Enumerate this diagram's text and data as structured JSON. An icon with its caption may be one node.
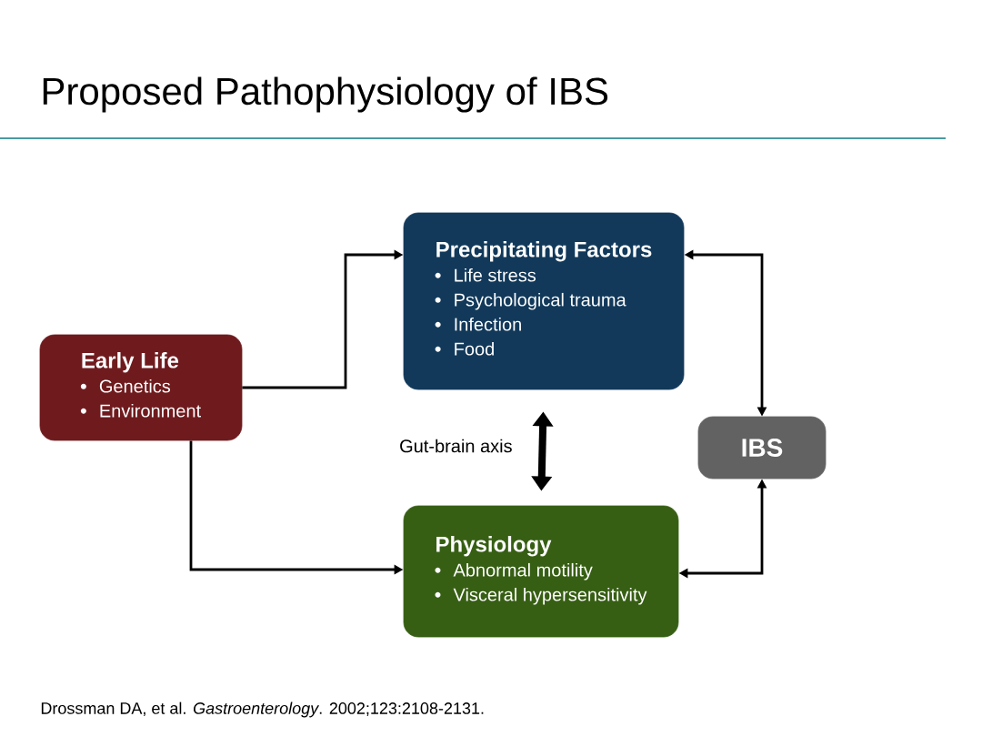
{
  "diagram": {
    "title": "Proposed Pathophysiology of IBS",
    "caption": "Drossman DA, et al. *Gastroenterology*. 2002;123:2108-2131.",
    "nodes": [
      {
        "text": [
          "Early Life",
          "Genetics",
          "Environment"
        ]
      },
      {
        "text": [
          "Precipitating Factors",
          "Life stress",
          "Psychological trauma",
          "Infection",
          "Food"
        ]
      },
      {
        "text": [
          "Physiology",
          "Abnormal motility",
          "Visceral hypersensitivity"
        ]
      },
      {
        "text": [
          "IBS"
        ]
      }
    ],
    "edges": [
      {
        "from": 0,
        "to": 1,
        "arrow": "to"
      },
      {
        "from": 0,
        "to": 2,
        "arrow": "to"
      },
      {
        "from": 1,
        "to": 2,
        "arrow": "both",
        "style": "thick",
        "label": "Gut-brain axis"
      },
      {
        "from": 1,
        "to": 3,
        "arrow": "both"
      },
      {
        "from": 2,
        "to": 3,
        "arrow": "both"
      }
    ]
  }
}
